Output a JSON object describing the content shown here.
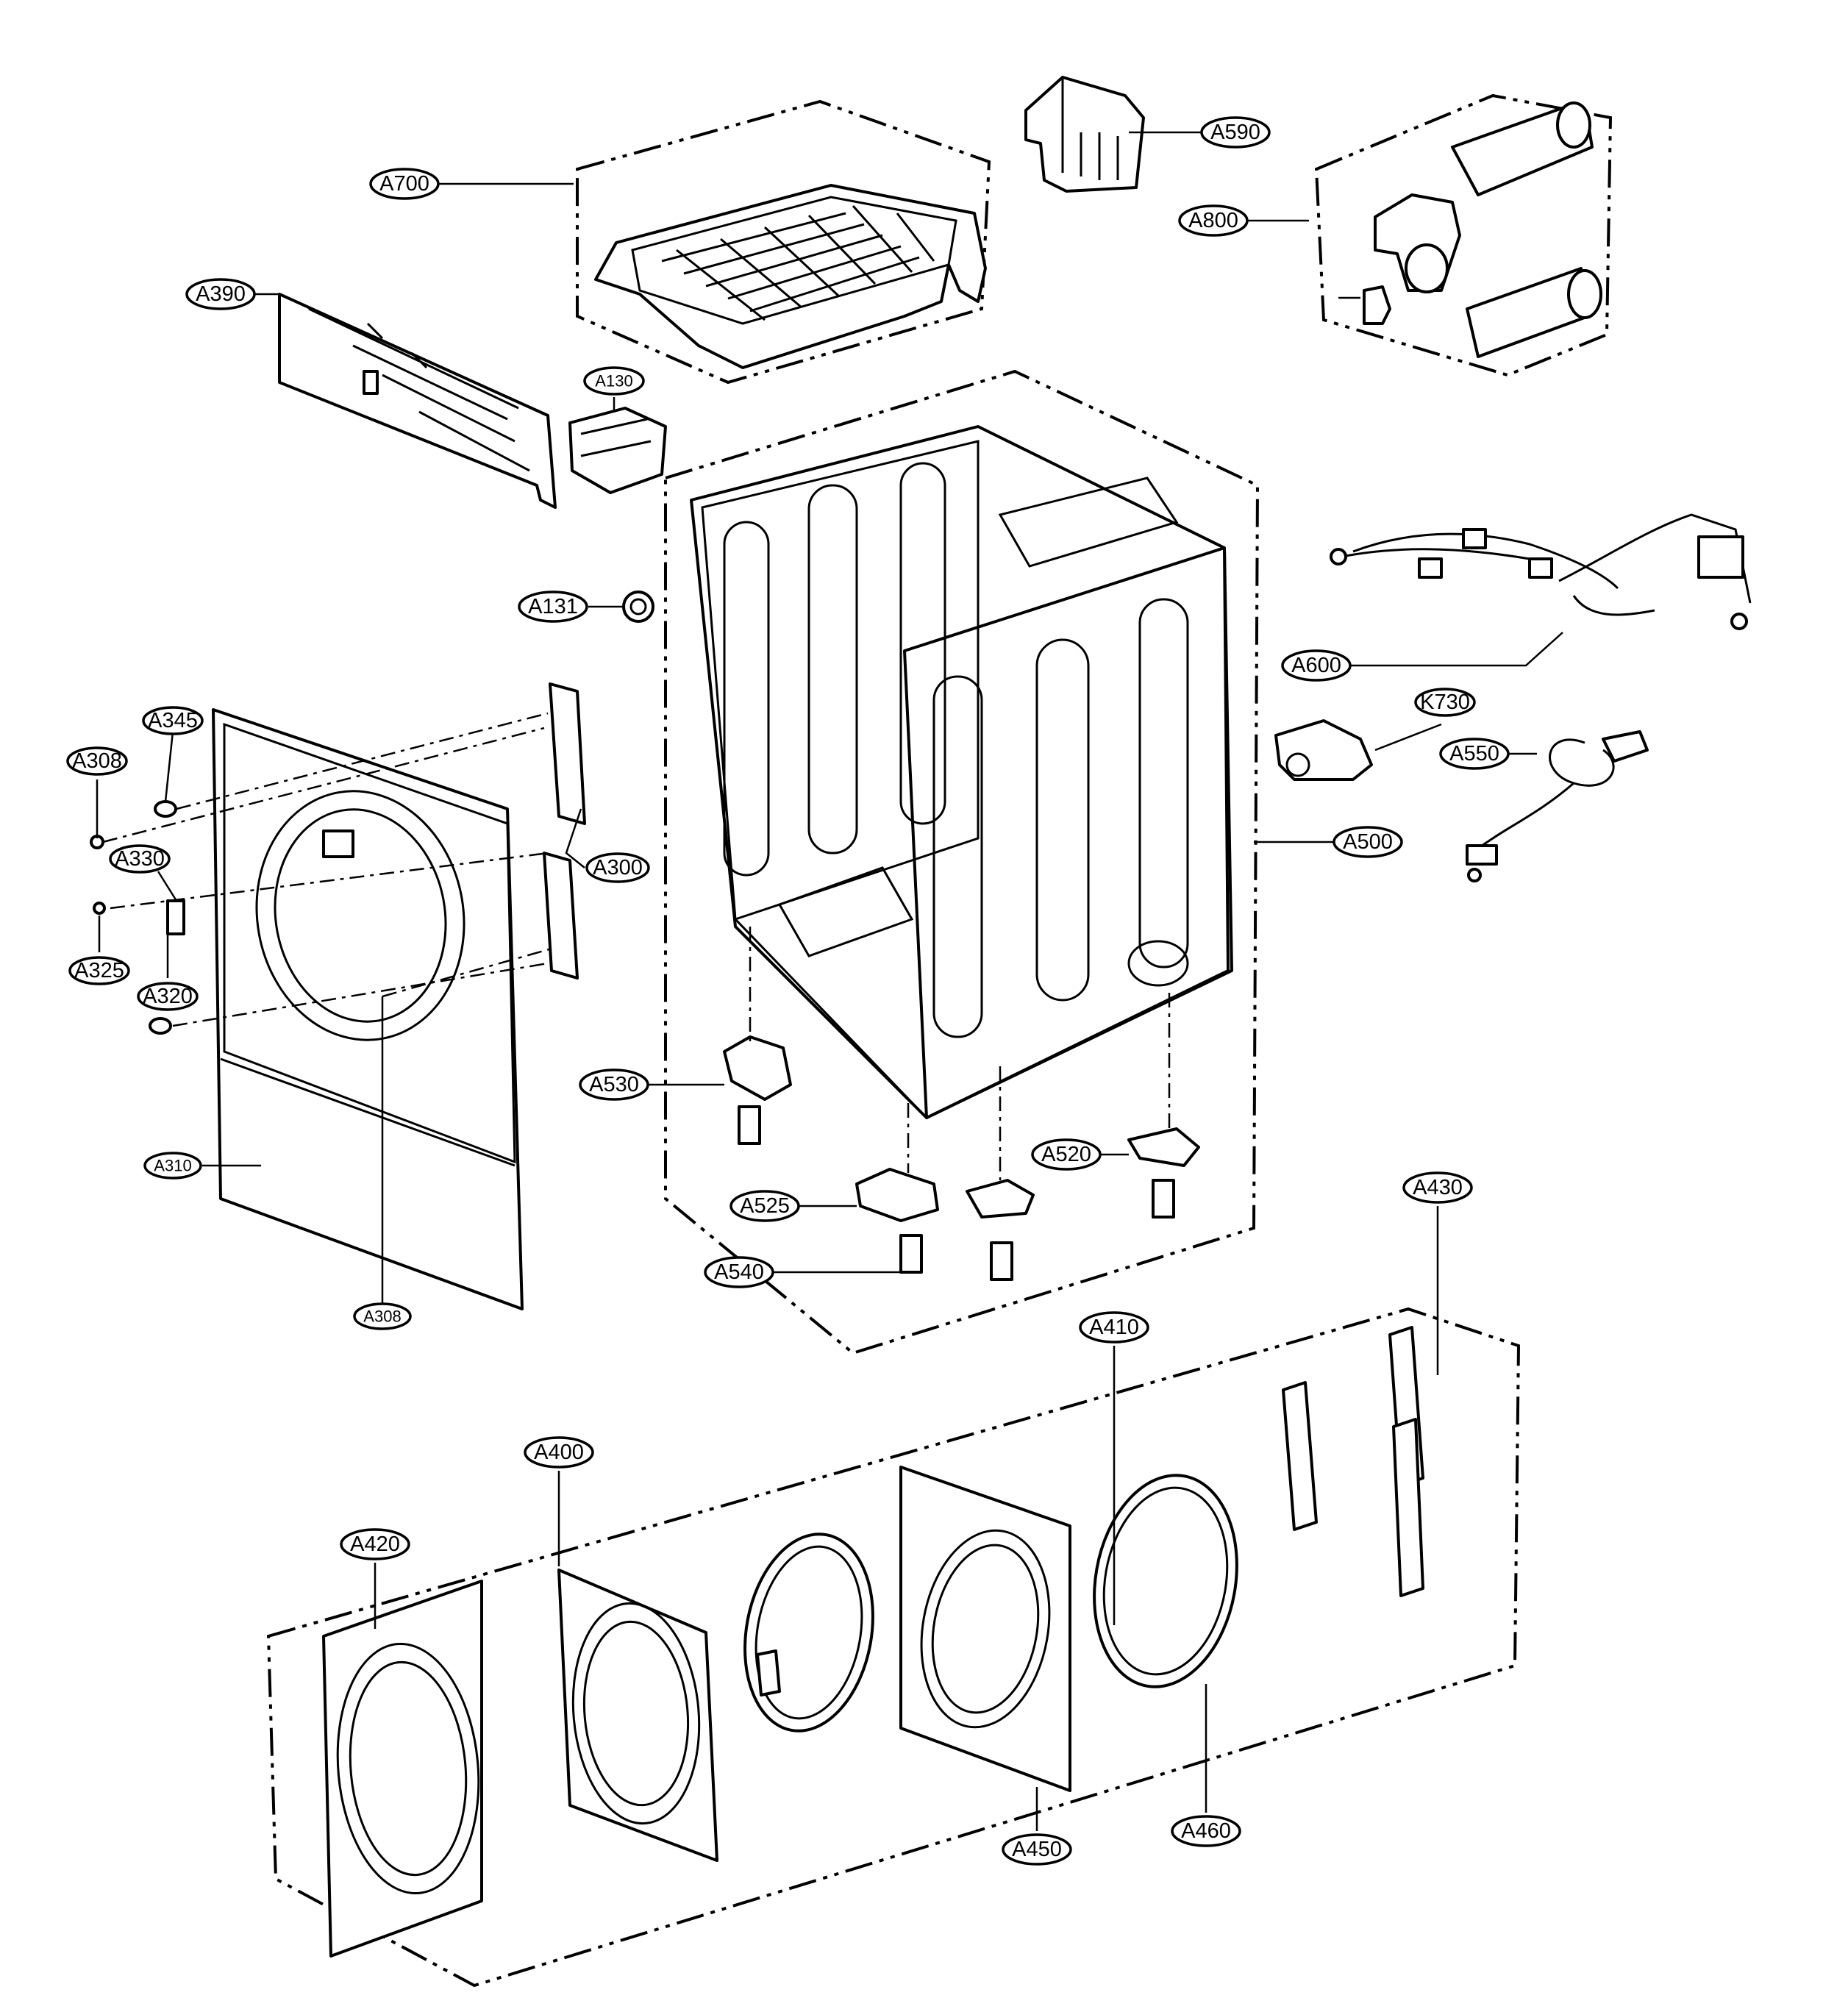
{
  "callouts": {
    "a700": "A700",
    "a590": "A590",
    "a800": "A800",
    "a390": "A390",
    "a130": "A130",
    "a131": "A131",
    "a345": "A345",
    "a308_top": "A308",
    "a330": "A330",
    "a325": "A325",
    "a320": "A320",
    "a300": "A300",
    "a310": "A310",
    "a308_bottom": "A308",
    "a600": "A600",
    "k730": "K730",
    "a550": "A550",
    "a500": "A500",
    "a530": "A530",
    "a520": "A520",
    "a525": "A525",
    "a540": "A540",
    "a430": "A430",
    "a410": "A410",
    "a400": "A400",
    "a420": "A420",
    "a460": "A460",
    "a450": "A450"
  },
  "colors": {
    "ink": "#000000",
    "paper": "#ffffff"
  }
}
